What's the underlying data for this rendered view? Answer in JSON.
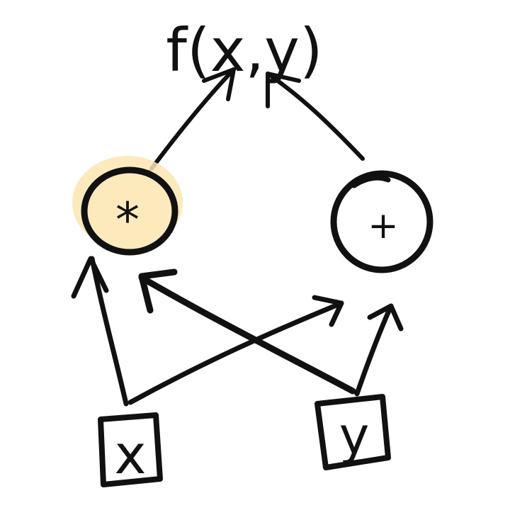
{
  "output_label": "f(x,y)",
  "nodes": {
    "multiply": {
      "symbol": "*"
    },
    "add": {
      "symbol": "+"
    },
    "input_x": {
      "symbol": "x"
    },
    "input_y": {
      "symbol": "y"
    }
  },
  "colors": {
    "ink": "#111111",
    "node_fill": "#fbe6b2",
    "background": "#ffffff"
  }
}
